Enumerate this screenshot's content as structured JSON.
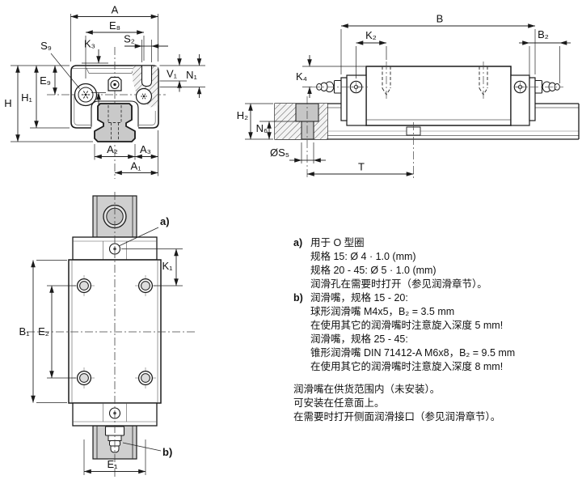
{
  "front_view": {
    "labels": {
      "A": "A",
      "E8": "E₈",
      "S2": "S₂",
      "S9": "S₉",
      "K3": "K₃",
      "V1": "V₁",
      "N1": "N₁",
      "H": "H",
      "H1": "H₁",
      "E9": "E₉",
      "A2": "A₂",
      "A3": "A₃",
      "A1": "A₁"
    }
  },
  "side_view": {
    "labels": {
      "B": "B",
      "K2": "K₂",
      "B2": "B₂",
      "K4": "K₄",
      "H2": "H₂",
      "N6": "N₆",
      "S5": "ØS₅",
      "T": "T"
    }
  },
  "top_view": {
    "labels": {
      "a": "a)",
      "b": "b)",
      "K1": "K₁",
      "B1": "B₁",
      "E2": "E₂",
      "E1": "E₁"
    }
  },
  "notes": {
    "item_a": {
      "label": "a)",
      "lines": [
        "用于 O 型圈",
        "规格 15: Ø 4 · 1.0 (mm)",
        "规格 20 - 45: Ø 5 · 1.0 (mm)",
        "润滑孔在需要时打开（参见润滑章节）。"
      ]
    },
    "item_b": {
      "label": "b)",
      "lines": [
        "润滑嘴，规格 15 - 20:",
        "球形润滑嘴 M4x5，B₂ = 3.5 mm",
        "在使用其它的润滑嘴时注意旋入深度 5 mm!",
        "润滑嘴，规格 25 - 45:",
        "锥形润滑嘴 DIN 71412-A M6x8，B₂ = 9.5 mm",
        "在使用其它的润滑嘴时注意旋入深度 8 mm!"
      ]
    },
    "footer": [
      "润滑嘴在供货范围内（未安装）。",
      "可安装在任意面上。",
      "在需要时打开侧面润滑接口（参见润滑章节）。"
    ]
  },
  "colors": {
    "line": "#1a1a1a",
    "rail_fill": "#c9c9c9",
    "bore_fill": "#c6c6c6",
    "rail_strip_fill": "#cfcfcf",
    "counterbore_outer": "#e6e6e6",
    "counterbore_inner": "#c2c2c2",
    "background": "#ffffff"
  }
}
